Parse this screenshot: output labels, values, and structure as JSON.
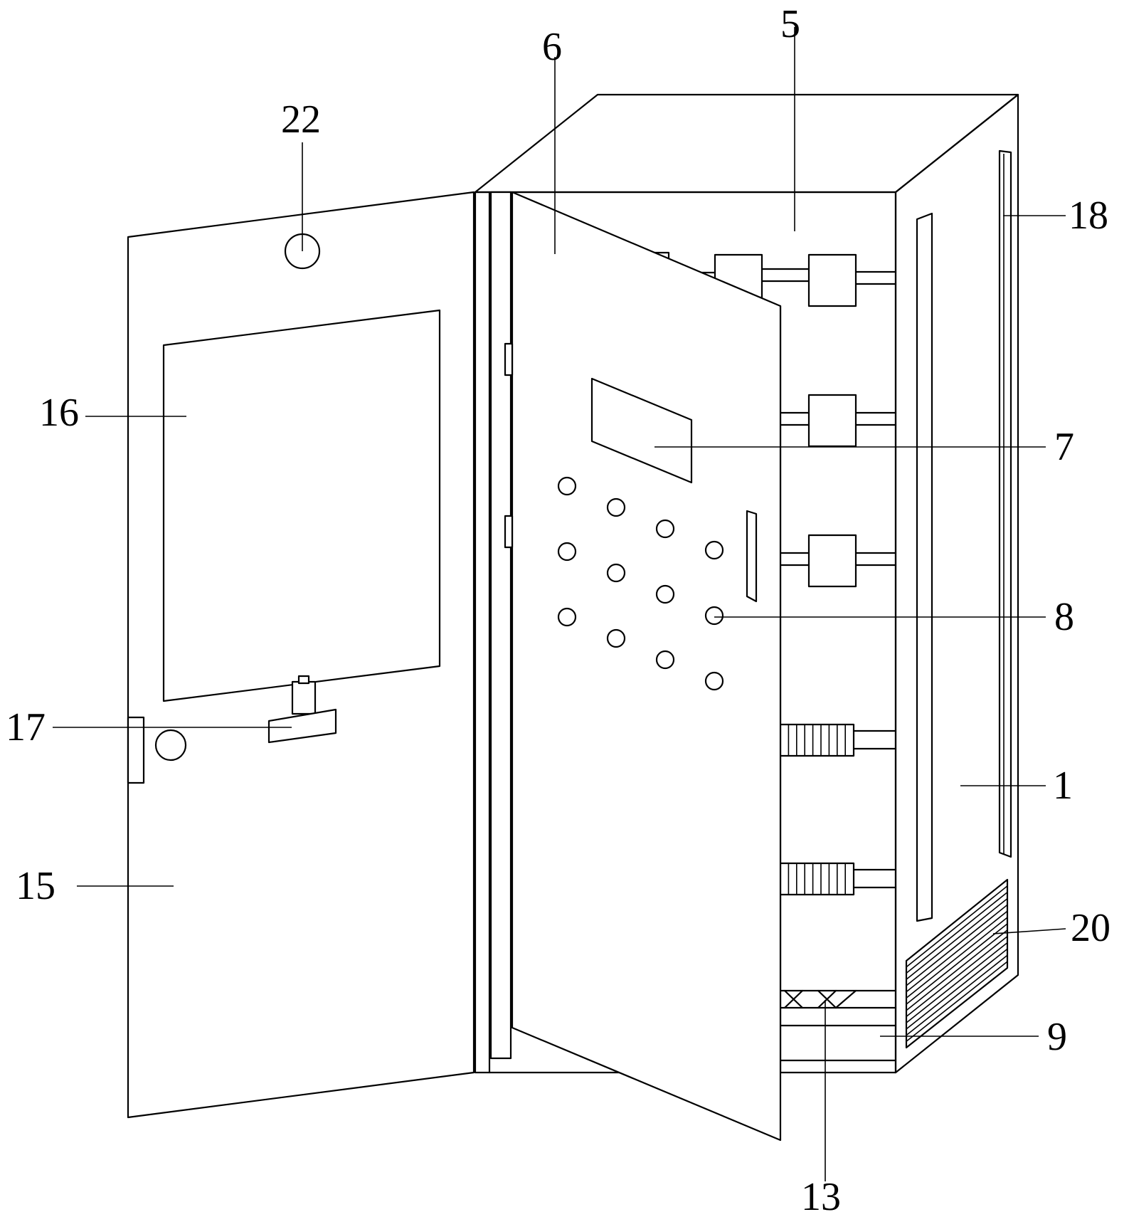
{
  "labels": {
    "l1": "1",
    "l5": "5",
    "l6": "6",
    "l7": "7",
    "l8": "8",
    "l9": "9",
    "l13": "13",
    "l15": "15",
    "l16": "16",
    "l17": "17",
    "l18": "18",
    "l20": "20",
    "l22": "22"
  },
  "colors": {
    "line": "#000000",
    "background": "#ffffff"
  }
}
